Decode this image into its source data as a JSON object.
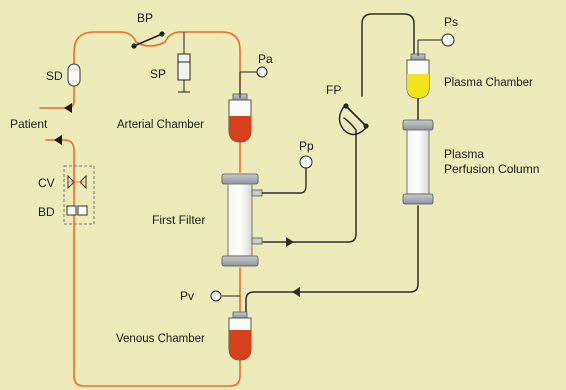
{
  "colors": {
    "background": "#ecebb9",
    "blood_line": "#ef6a2c",
    "plasma_line": "#2d2d2d",
    "blood": "#d8401c",
    "plasma": "#f1e31c"
  },
  "labels": {
    "bp": "BP",
    "ps": "Ps",
    "sd": "SD",
    "sp": "SP",
    "pa": "Pa",
    "fp": "FP",
    "plasma_chamber": "Plasma Chamber",
    "patient": "Patient",
    "arterial_chamber": "Arterial Chamber",
    "pp": "Pp",
    "plasma_column_line1": "Plasma",
    "plasma_column_line2": "Perfusion Column",
    "cv": "CV",
    "bd": "BD",
    "first_filter": "First Filter",
    "pv": "Pv",
    "venous_chamber": "Venous Chamber"
  },
  "icons": {
    "blood_pump": "roller-pump-icon",
    "filtrate_pump": "roller-pump-icon",
    "syringe": "syringe-icon",
    "pressure_gauge": "pressure-gauge-icon",
    "check_valve": "check-valve-icon",
    "bubble_detector": "bubble-detector-icon",
    "flow_arrow": "flow-arrow-icon"
  }
}
